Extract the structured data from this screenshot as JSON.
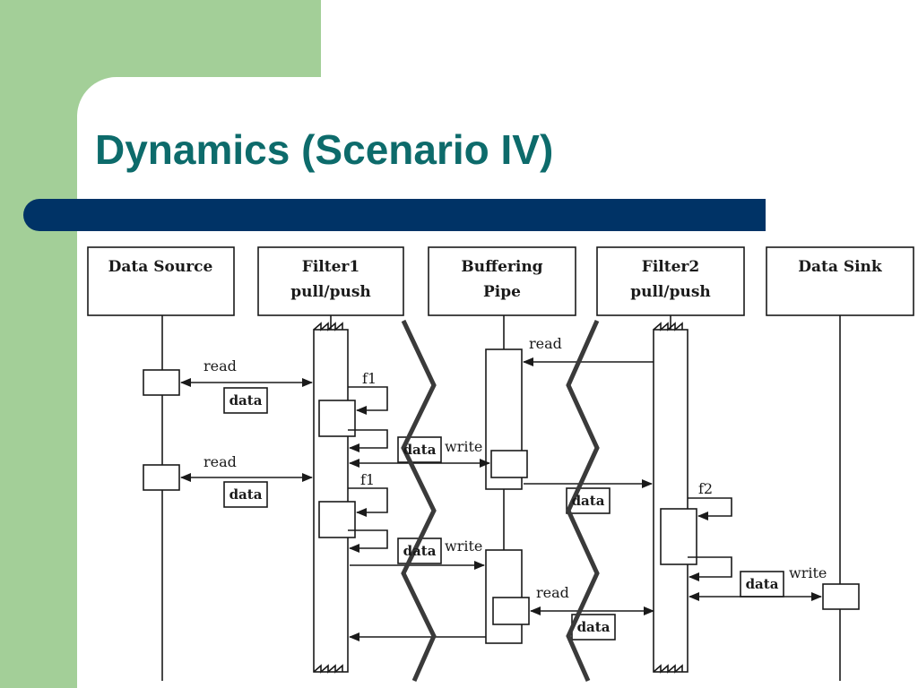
{
  "slide": {
    "title": "Dynamics (Scenario IV)",
    "colors": {
      "title": "#0d6b6b",
      "bar": "#003366",
      "accent": "#a3cf98"
    }
  },
  "diagram": {
    "participants": [
      {
        "line1": "Data Source",
        "line2": ""
      },
      {
        "line1": "Filter1",
        "line2": "pull/push"
      },
      {
        "line1": "Buffering",
        "line2": "Pipe"
      },
      {
        "line1": "Filter2",
        "line2": "pull/push"
      },
      {
        "line1": "Data Sink",
        "line2": ""
      }
    ],
    "labels": {
      "read": "read",
      "write": "write",
      "data": "data",
      "f1": "f1",
      "f2": "f2"
    }
  }
}
